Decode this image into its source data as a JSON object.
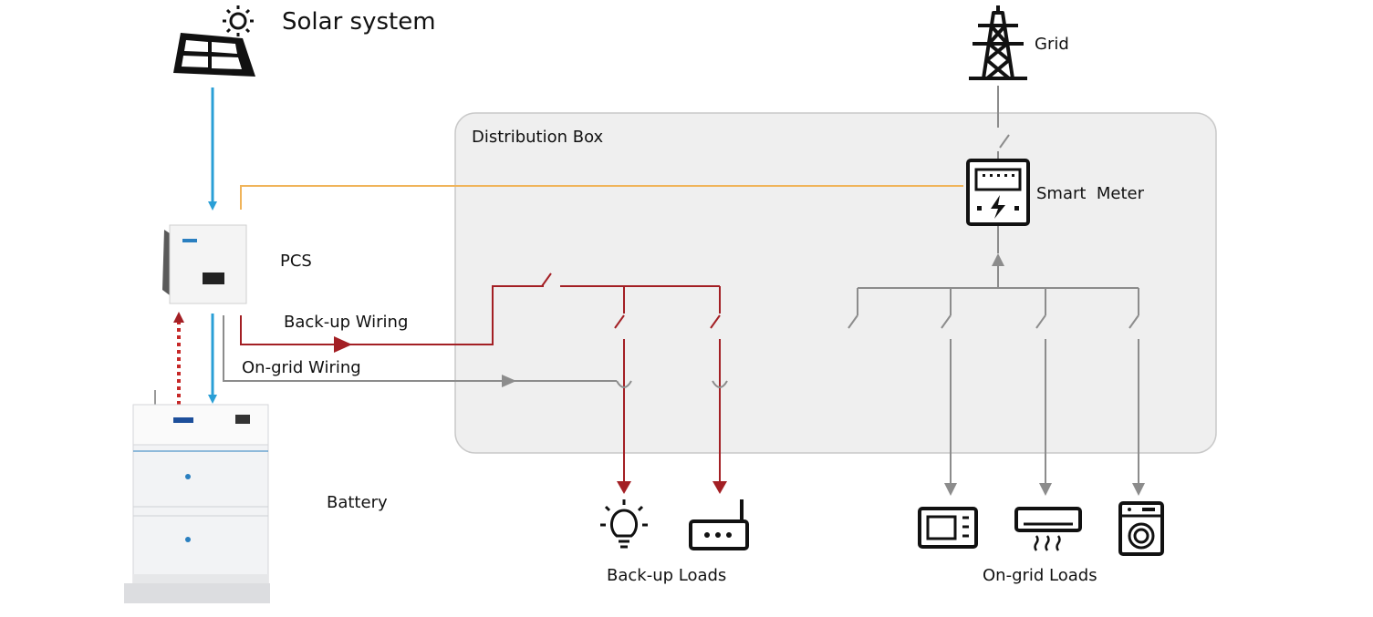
{
  "labels": {
    "solar": "Solar system",
    "grid": "Grid",
    "distribution_box": "Distribution Box",
    "smart_meter": "Smart  Meter",
    "pcs": "PCS",
    "backup_wiring": "Back-up Wiring",
    "ongrid_wiring": "On-grid Wiring",
    "battery": "Battery",
    "backup_loads": "Back-up Loads",
    "ongrid_loads": "On-grid Loads"
  },
  "colors": {
    "solar_flow": "#2a9fd6",
    "backup_line": "#a31f24",
    "ongrid_line": "#8c8c8c",
    "meter_comm": "#f0b45a",
    "box_fill": "#efefef",
    "box_stroke": "#c9c9c9"
  },
  "icons": [
    "sun-icon",
    "solar-panel-icon",
    "transmission-tower-icon",
    "smart-meter-icon",
    "inverter-icon",
    "battery-cabinet-icon",
    "light-bulb-icon",
    "router-icon",
    "microwave-icon",
    "air-conditioner-icon",
    "washing-machine-icon"
  ]
}
